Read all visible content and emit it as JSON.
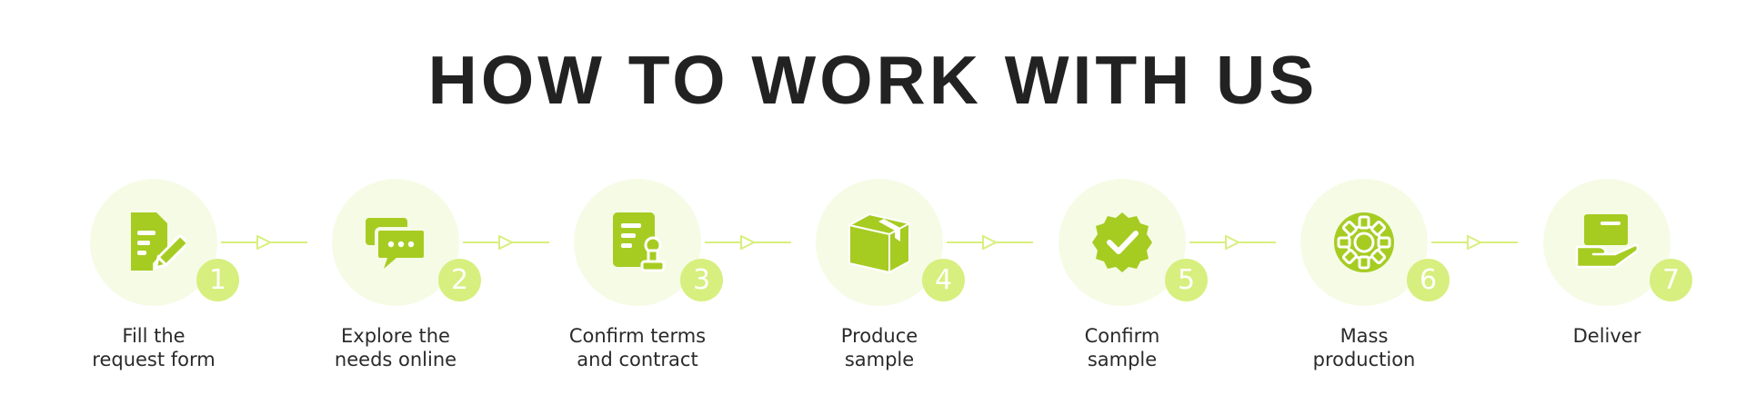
{
  "title": "HOW TO WORK WITH US",
  "colors": {
    "accent": "#a6cc22",
    "circle_bg": "#f6fbe6",
    "badge": "#d7ef7e",
    "text": "#222222"
  },
  "steps": [
    {
      "number": "1",
      "icon": "form-edit-icon",
      "line1": "Fill the",
      "line2": "request form"
    },
    {
      "number": "2",
      "icon": "chat-bubbles-icon",
      "line1": "Explore the",
      "line2": "needs online"
    },
    {
      "number": "3",
      "icon": "contract-stamp-icon",
      "line1": "Confirm terms",
      "line2": "and contract"
    },
    {
      "number": "4",
      "icon": "box-icon",
      "line1": "Produce",
      "line2": "sample"
    },
    {
      "number": "5",
      "icon": "check-badge-icon",
      "line1": "Confirm",
      "line2": "sample"
    },
    {
      "number": "6",
      "icon": "gear-icon",
      "line1": "Mass",
      "line2": "production"
    },
    {
      "number": "7",
      "icon": "hand-deliver-icon",
      "line1": "",
      "line2": "Deliver"
    }
  ]
}
